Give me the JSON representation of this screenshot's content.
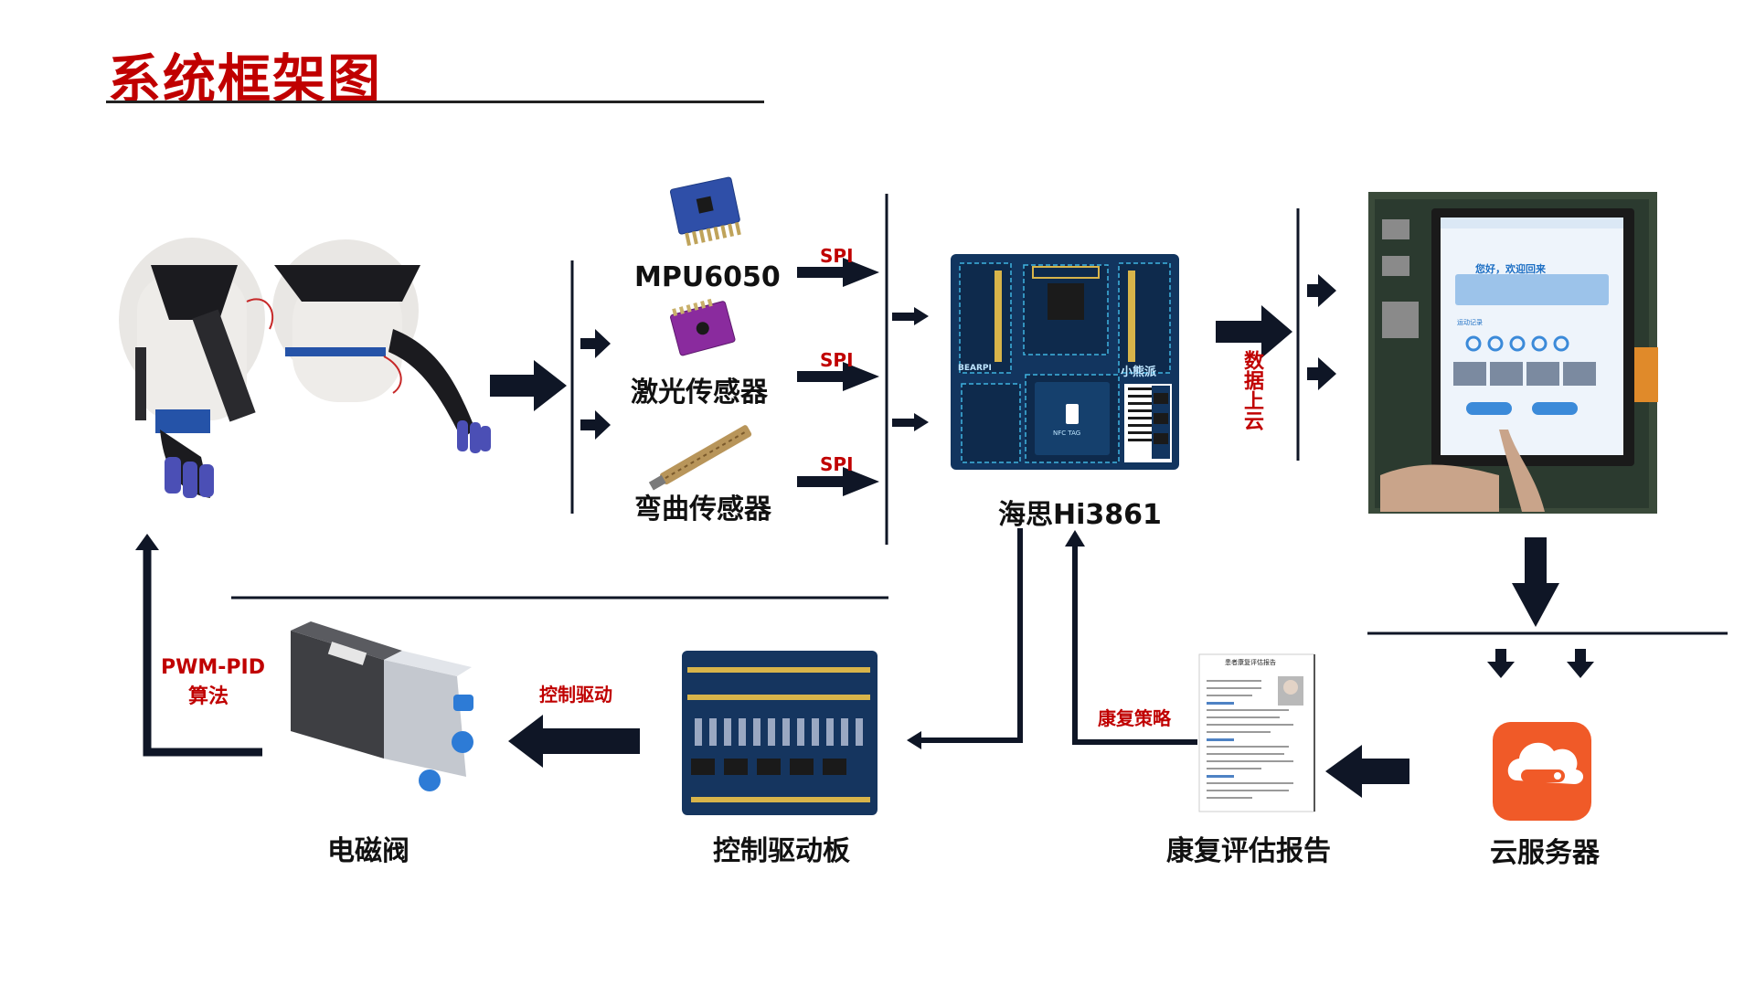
{
  "title": "系统框架图",
  "nodes": {
    "exoskeleton": "",
    "mpu6050": "MPU6050",
    "laser_sensor": "激光传感器",
    "bend_sensor": "弯曲传感器",
    "hi3861": "海思Hi3861",
    "solenoid_valve": "电磁阀",
    "driver_board": "控制驱动板",
    "rehab_report": "康复评估报告",
    "cloud_server": "云服务器"
  },
  "edge_labels": {
    "spi_1": "SPI",
    "spi_2": "SPI",
    "spi_3": "SPI",
    "data_cloud": "数据上云",
    "control_drive": "控制驱动",
    "pwm_pid_line1": "PWM-PID",
    "pwm_pid_line2": "算法",
    "rehab_strategy": "康复策略"
  },
  "embedded_text": {
    "board_brand": "BEARPI",
    "board_brand_cn": "小熊派",
    "nfc_tag": "NFC TAG",
    "screen_greeting": "您好，欢迎回来",
    "screen_section": "运动记录",
    "report_title": "患者康复评估报告"
  },
  "colors": {
    "accent_red": "#c00000",
    "arrow_dark": "#0f1626",
    "board_blue": "#12355f",
    "cloud_orange": "#f05a28"
  }
}
